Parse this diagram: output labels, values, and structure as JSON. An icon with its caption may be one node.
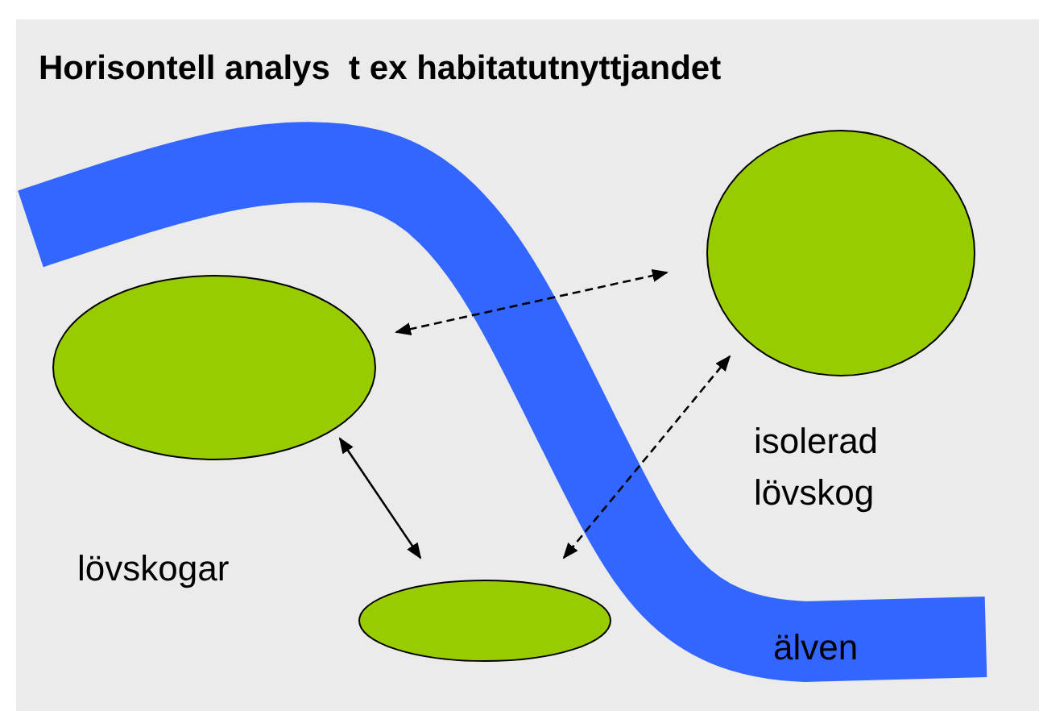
{
  "diagram": {
    "title": "Horisontell analys  t ex habitatutnyttjandet",
    "nodes": [
      {
        "text": [],
        "shape": "circle"
      },
      {
        "text": [],
        "shape": "circle"
      },
      {
        "text": [],
        "shape": "circle"
      }
    ],
    "edges": [
      {
        "from": 0,
        "to": 2,
        "arrow": "both",
        "style": "dashed"
      },
      {
        "from": 0,
        "to": 1,
        "arrow": "both"
      },
      {
        "from": 2,
        "to": 1,
        "arrow": "both",
        "style": "dashed"
      }
    ],
    "labels": [
      "isolerad lövskog",
      "lövskogar",
      "älven"
    ]
  }
}
